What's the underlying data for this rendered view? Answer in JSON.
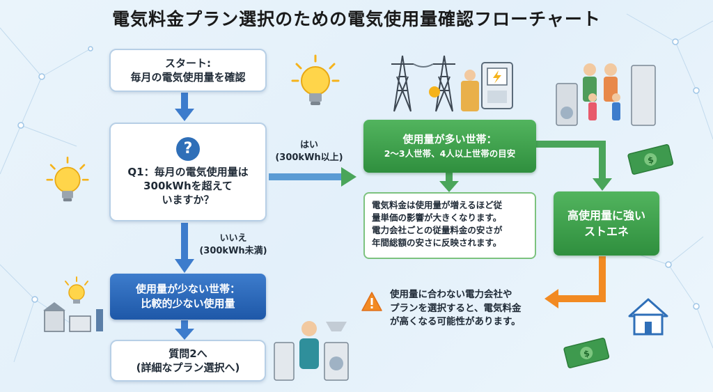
{
  "title": "電気料金プラン選択のための電気使用量確認フローチャート",
  "start": {
    "line1": "スタート:",
    "line2": "毎月の電気使用量を確認"
  },
  "question": {
    "icon": "question-mark-icon",
    "line1": "Q1：毎月の電気使用量は",
    "line2": "300kWhを超えて",
    "line3": "いますか？"
  },
  "yes_branch": {
    "label": "はい",
    "condition": "(300kWh以上)"
  },
  "no_branch": {
    "label": "いいえ",
    "condition": "(300kWh未満)"
  },
  "high_usage": {
    "line1": "使用量が多い世帯：",
    "line2": "2〜3人世帯、4人以上世帯の目安"
  },
  "high_note": {
    "line1": "電気料金は使用量が増えるほど従",
    "line2": "量単価の影響が大きくなります。",
    "line3": "電力会社ごとの従量料金の安さが",
    "line4": "年間総額の安さに反映されます。"
  },
  "recommend": {
    "line1": "高使用量に強い",
    "line2": "ストエネ"
  },
  "warning": {
    "icon": "warning-icon",
    "line1": "使用量に合わない電力会社や",
    "line2": "プランを選択すると、電気料金",
    "line3": "が高くなる可能性があります。"
  },
  "low_usage": {
    "line1": "使用量が少ない世帯：",
    "line2": "比較的少ない使用量"
  },
  "next": {
    "line1": "質問2へ",
    "line2": "(詳細なプラン選択へ)"
  },
  "colors": {
    "blue_accent": "#1e58a8",
    "green_accent": "#2f8f3e",
    "orange_arrow": "#f28a22",
    "box_border": "#b7cfe6"
  }
}
